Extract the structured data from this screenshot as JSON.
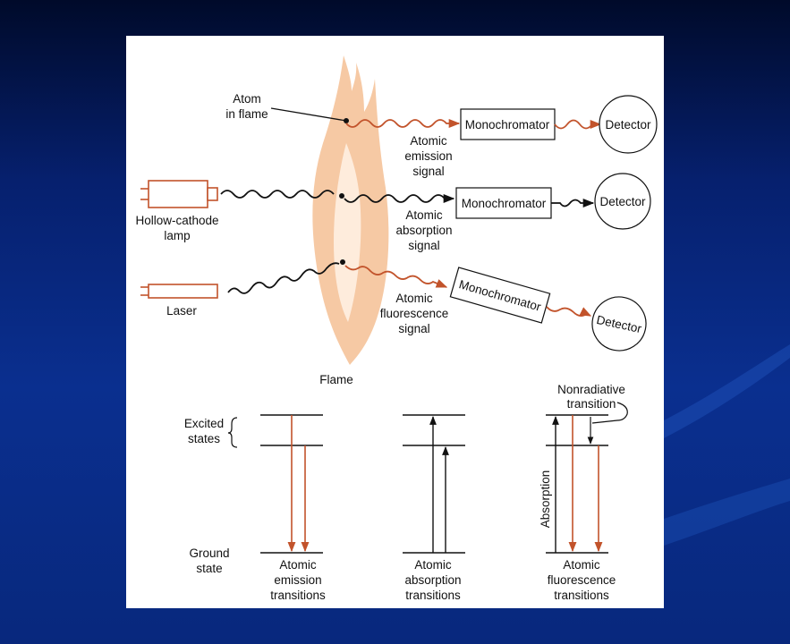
{
  "colors": {
    "accent": "#c2532b",
    "line": "#111111",
    "flame_outer": "#f6c9a4",
    "flame_inner": "#fff2e6"
  },
  "labels": {
    "atom_line1": "Atom",
    "atom_line2": "in flame",
    "hollow_line1": "Hollow-cathode",
    "hollow_line2": "lamp",
    "laser": "Laser",
    "flame": "Flame",
    "monochromator": "Monochromator",
    "detector": "Detector",
    "emission_signal": [
      "Atomic",
      "emission",
      "signal"
    ],
    "absorption_signal": [
      "Atomic",
      "absorption",
      "signal"
    ],
    "fluorescence_signal": [
      "Atomic",
      "fluorescence",
      "signal"
    ],
    "excited_line1": "Excited",
    "excited_line2": "states",
    "ground_line1": "Ground",
    "ground_line2": "state",
    "nonradiative_line1": "Nonradiative",
    "nonradiative_line2": "transition",
    "absorption": "Absorption",
    "emission_transitions": [
      "Atomic",
      "emission",
      "transitions"
    ],
    "absorption_transitions": [
      "Atomic",
      "absorption",
      "transitions"
    ],
    "fluorescence_transitions": [
      "Atomic",
      "fluorescence",
      "transitions"
    ]
  }
}
